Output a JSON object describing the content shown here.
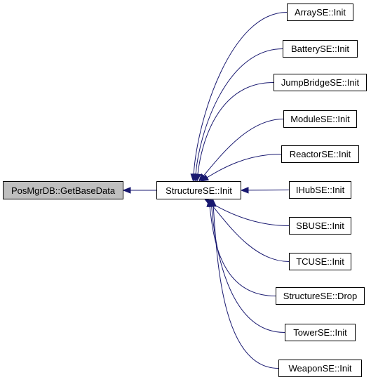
{
  "graph": {
    "edge_color": "#191970",
    "focus_fill": "#bfbfbf",
    "focus": {
      "label": "PosMgrDB::GetBaseData"
    },
    "hub": {
      "label": "StructureSE::Init"
    },
    "callers": [
      {
        "id": "arrayse-init",
        "label": "ArraySE::Init"
      },
      {
        "id": "batteryse-init",
        "label": "BatterySE::Init"
      },
      {
        "id": "jumpbridgese-init",
        "label": "JumpBridgeSE::Init"
      },
      {
        "id": "modulese-init",
        "label": "ModuleSE::Init"
      },
      {
        "id": "reactorse-init",
        "label": "ReactorSE::Init"
      },
      {
        "id": "ihubse-init",
        "label": "IHubSE::Init"
      },
      {
        "id": "sbuse-init",
        "label": "SBUSE::Init"
      },
      {
        "id": "tcuse-init",
        "label": "TCUSE::Init"
      },
      {
        "id": "structurese-drop",
        "label": "StructureSE::Drop"
      },
      {
        "id": "towerse-init",
        "label": "TowerSE::Init"
      },
      {
        "id": "weaponse-init",
        "label": "WeaponSE::Init"
      }
    ]
  }
}
